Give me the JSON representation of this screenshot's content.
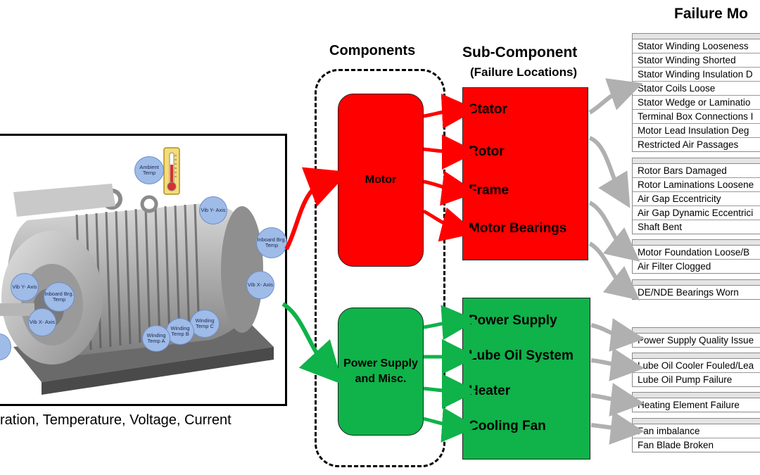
{
  "headers": {
    "failure_modes": "Failure Mo",
    "components": "Components",
    "sub_component": "Sub-Component",
    "failure_locations": "(Failure Locations)"
  },
  "sensors": [
    {
      "label": "Ambient Temp"
    },
    {
      "label": "Vib Y- Axis"
    },
    {
      "label": "Inboard Brg. Temp"
    },
    {
      "label": "Vib X- Axis"
    },
    {
      "label": "Vib Y- Axis"
    },
    {
      "label": "Inboard Brg. Temp"
    },
    {
      "label": "Vib X- Axis"
    },
    {
      "label": "Winding Temp C"
    },
    {
      "label": "Winding Temp B"
    },
    {
      "label": "Winding Temp A"
    }
  ],
  "caption": "ration, Temperature, Voltage, Current",
  "components": {
    "motor": "Motor",
    "power_supply": "Power Supply and  Misc."
  },
  "sub_components": {
    "motor": [
      "Stator",
      "Rotor",
      "Frame",
      "Motor Bearings"
    ],
    "power": [
      "Power Supply",
      "Lube Oil System",
      "Heater",
      "Cooling Fan"
    ]
  },
  "failure_modes": {
    "stator": [
      "Stator Winding Looseness",
      "Stator Winding Shorted",
      "Stator Winding Insulation D",
      "Stator Coils Loose",
      "Stator Wedge or Laminatio",
      "Terminal Box Connections I",
      "Motor Lead Insulation Deg",
      "Restricted Air Passages"
    ],
    "rotor": [
      "Rotor Bars Damaged",
      "Rotor Laminations Loosene",
      "Air Gap Eccentricity",
      "Air Gap Dynamic Eccentrici",
      "Shaft Bent"
    ],
    "frame": [
      "Motor Foundation Loose/B",
      "Air Filter Clogged"
    ],
    "bearings": [
      "DE/NDE Bearings Worn"
    ],
    "power_supply": [
      "Power Supply Quality Issue"
    ],
    "lube_oil": [
      "Lube Oil Cooler Fouled/Lea",
      "Lube Oil Pump Failure"
    ],
    "heater": [
      "Heating Element Failure"
    ],
    "cooling_fan": [
      "Fan imbalance",
      "Fan Blade Broken"
    ]
  },
  "colors": {
    "motor_red": "#ff0000",
    "power_green": "#10b24a",
    "gray_arrow": "#b0b0b0",
    "sensor_blue": "#9fbbe8"
  }
}
